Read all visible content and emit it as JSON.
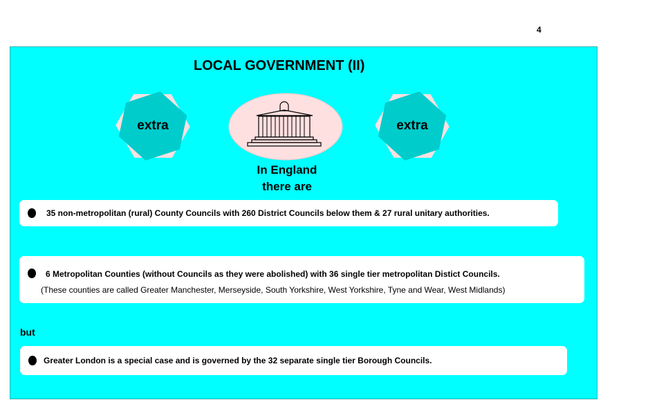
{
  "page_number": "4",
  "title": "LOCAL GOVERNMENT (II)",
  "badges": [
    "extra",
    "extra"
  ],
  "subtitle_line1": "In England",
  "subtitle_line2": "there are",
  "items": [
    {
      "text": "35 non-metropolitan (rural) County Councils with 260 District Councils below them & 27 rural unitary authorities."
    },
    {
      "text": "6 Metropolitan Counties (without Councils as they were abolished) with 36 single tier metropolitan  Distict Councils.",
      "note": "(These counties are called Greater Manchester, Merseyside, South Yorkshire, West Yorkshire, Tyne and Wear, West Midlands)"
    },
    {
      "text": "Greater London is a special case and is governed by the 32 separate single tier Borough Councils."
    }
  ],
  "connector": "but",
  "colors": {
    "background": "#00ffff",
    "hexagon": "#00cccc",
    "pink": "#ffe0e0"
  }
}
